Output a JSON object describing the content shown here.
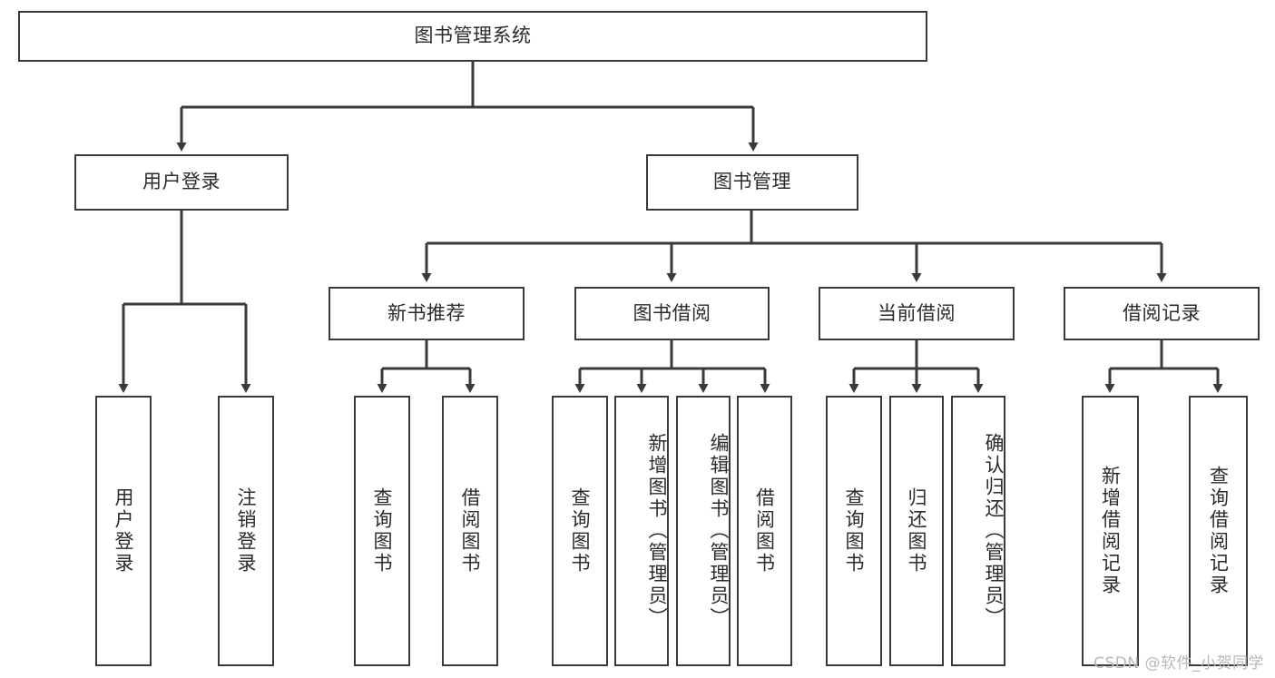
{
  "diagram": {
    "title": "图书管理系统",
    "type": "tree-hierarchy",
    "colors": {
      "box_border": "#3a3a3a",
      "box_fill": "#ffffff",
      "edge": "#3a3a3a",
      "text": "#2b2b2b",
      "watermark": "#b9b9b9",
      "background": "#ffffff"
    },
    "root": {
      "label": "图书管理系统"
    },
    "level1": [
      {
        "label": "用户登录"
      },
      {
        "label": "图书管理"
      }
    ],
    "level2": [
      {
        "label": "新书推荐"
      },
      {
        "label": "图书借阅"
      },
      {
        "label": "当前借阅"
      },
      {
        "label": "借阅记录"
      }
    ],
    "leaves": {
      "user_login": [
        {
          "label": "用户登录"
        },
        {
          "label": "注销登录"
        }
      ],
      "new_book_recommend": [
        {
          "label": "查询图书"
        },
        {
          "label": "借阅图书"
        }
      ],
      "book_borrow": [
        {
          "label": "查询图书"
        },
        {
          "label": "新增图书（管理员）"
        },
        {
          "label": "编辑图书（管理员）"
        },
        {
          "label": "借阅图书"
        }
      ],
      "current_borrow": [
        {
          "label": "查询图书"
        },
        {
          "label": "归还图书"
        },
        {
          "label": "确认归还（管理员）"
        }
      ],
      "borrow_record": [
        {
          "label": "新增借阅记录"
        },
        {
          "label": "查询借阅记录"
        }
      ]
    }
  },
  "watermark": {
    "text": "CSDN @软件_小贺同学"
  }
}
